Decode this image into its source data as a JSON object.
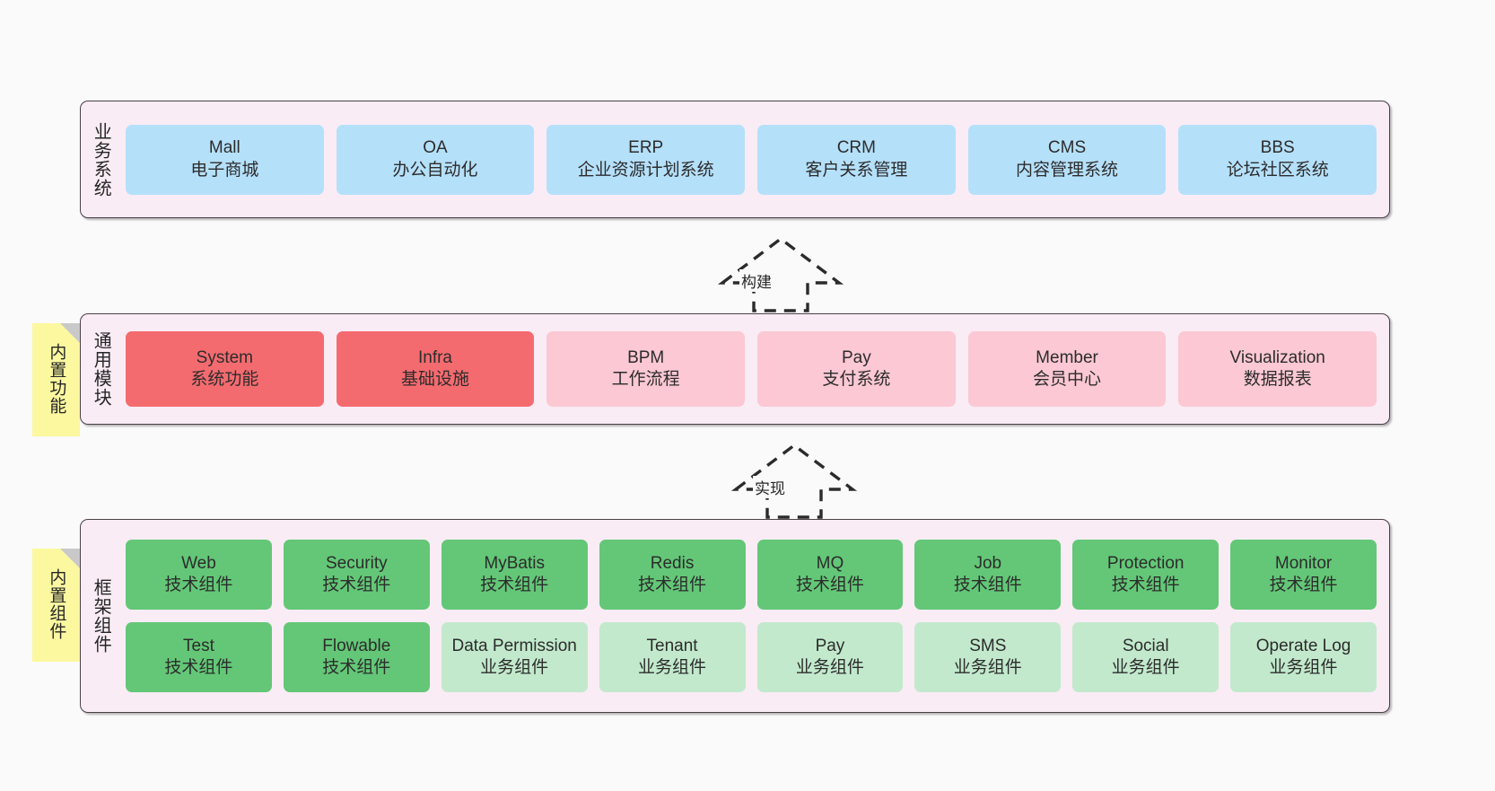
{
  "diagram": {
    "background": "#fafafa",
    "panel_bg": "#f9ecf5",
    "panel_border": "#4d4048",
    "note_bg": "#fbf8a0",
    "colors": {
      "business": "#b5e0fa",
      "module_core": "#f46b6f",
      "module_other": "#fbc8d3",
      "tech_component": "#63c777",
      "biz_component": "#c2e9cc"
    }
  },
  "layers": [
    {
      "id": "business-system",
      "title": "业务系统",
      "boxes": [
        {
          "title": "Mall",
          "sub": "电子商城"
        },
        {
          "title": "OA",
          "sub": "办公自动化"
        },
        {
          "title": "ERP",
          "sub": "企业资源计划系统"
        },
        {
          "title": "CRM",
          "sub": "客户关系管理"
        },
        {
          "title": "CMS",
          "sub": "内容管理系统"
        },
        {
          "title": "BBS",
          "sub": "论坛社区系统"
        }
      ]
    },
    {
      "id": "common-module",
      "title": "通用模块",
      "note": "内置功能",
      "boxes": [
        {
          "title": "System",
          "sub": "系统功能"
        },
        {
          "title": "Infra",
          "sub": "基础设施"
        },
        {
          "title": "BPM",
          "sub": "工作流程"
        },
        {
          "title": "Pay",
          "sub": "支付系统"
        },
        {
          "title": "Member",
          "sub": "会员中心"
        },
        {
          "title": "Visualization",
          "sub": "数据报表"
        }
      ]
    },
    {
      "id": "framework-component",
      "title": "框架组件",
      "note": "内置组件",
      "row1": [
        {
          "title": "Web",
          "sub": "技术组件"
        },
        {
          "title": "Security",
          "sub": "技术组件"
        },
        {
          "title": "MyBatis",
          "sub": "技术组件"
        },
        {
          "title": "Redis",
          "sub": "技术组件"
        },
        {
          "title": "MQ",
          "sub": "技术组件"
        },
        {
          "title": "Job",
          "sub": "技术组件"
        },
        {
          "title": "Protection",
          "sub": "技术组件"
        },
        {
          "title": "Monitor",
          "sub": "技术组件"
        }
      ],
      "row2": [
        {
          "title": "Test",
          "sub": "技术组件"
        },
        {
          "title": "Flowable",
          "sub": "技术组件"
        },
        {
          "title": "Data Permission",
          "sub": "业务组件"
        },
        {
          "title": "Tenant",
          "sub": "业务组件"
        },
        {
          "title": "Pay",
          "sub": "业务组件"
        },
        {
          "title": "SMS",
          "sub": "业务组件"
        },
        {
          "title": "Social",
          "sub": "业务组件"
        },
        {
          "title": "Operate Log",
          "sub": "业务组件"
        }
      ]
    }
  ],
  "connectors": [
    {
      "id": "build",
      "label": "构建"
    },
    {
      "id": "implement",
      "label": "实现"
    }
  ]
}
